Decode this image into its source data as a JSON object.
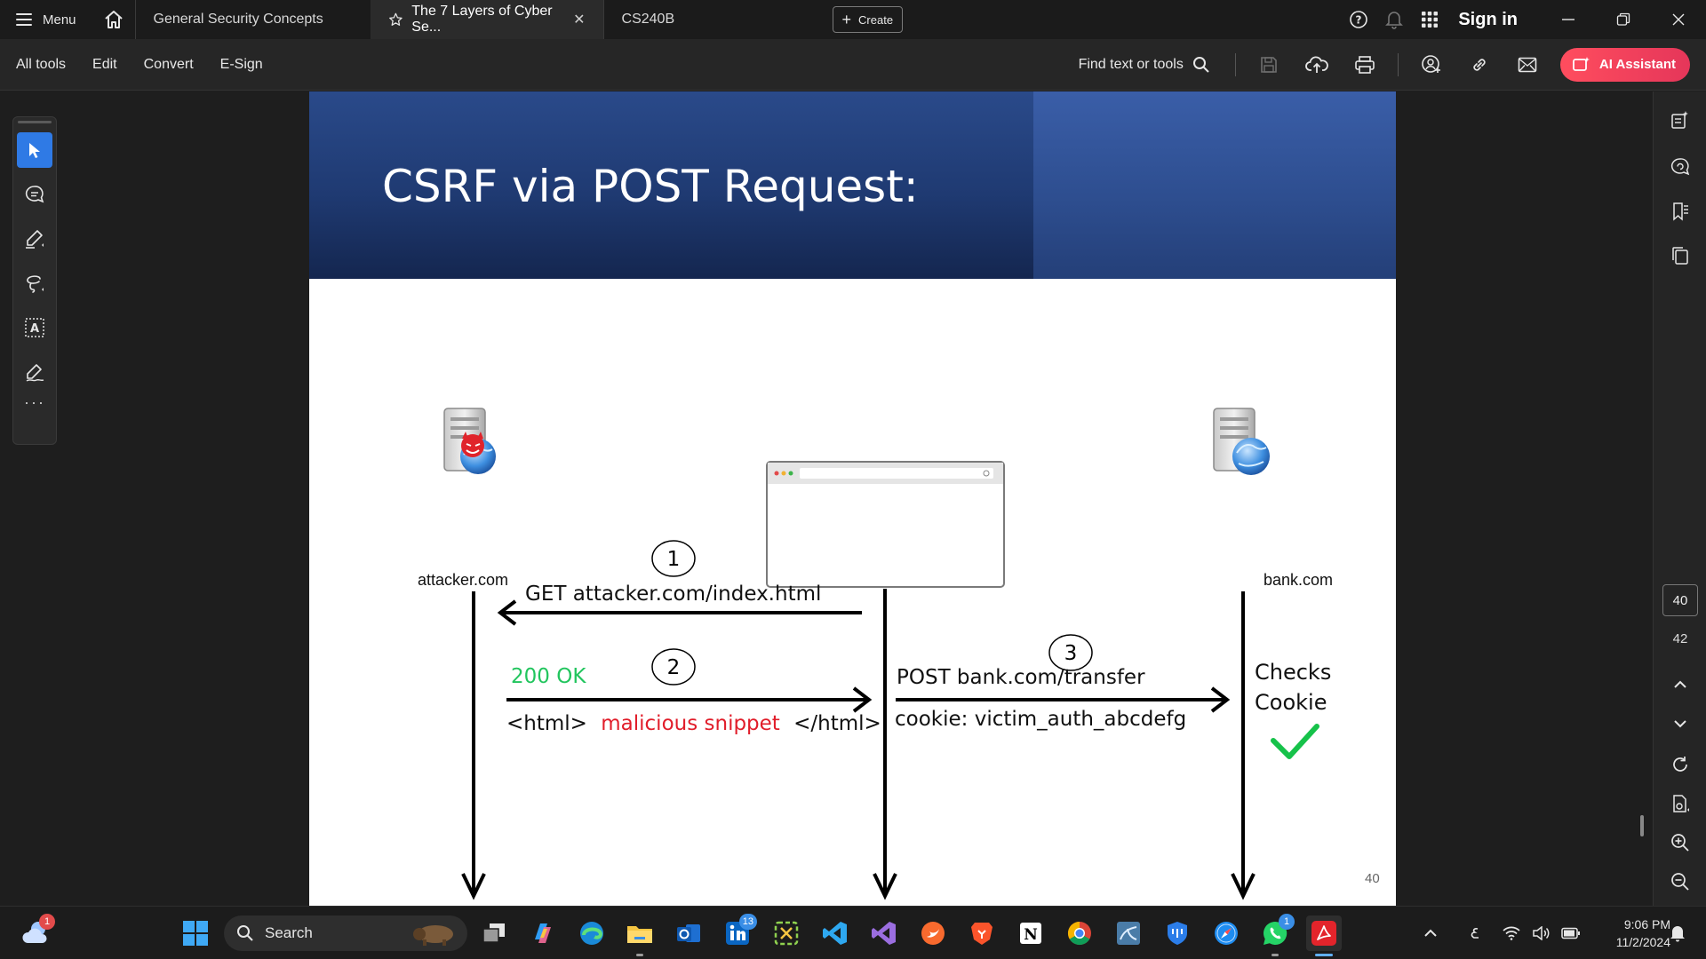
{
  "tabbar": {
    "menu_label": "Menu",
    "tabs": [
      {
        "label": "General Security Concepts"
      },
      {
        "label": "The 7 Layers of Cyber Se...",
        "active": true
      },
      {
        "label": "CS240B"
      }
    ],
    "create_label": "Create",
    "sign_in_label": "Sign in"
  },
  "toolbar": {
    "menus": [
      "All tools",
      "Edit",
      "Convert",
      "E-Sign"
    ],
    "find_label": "Find text or tools",
    "ai_label": "AI Assistant"
  },
  "slide": {
    "title": "CSRF via POST Request:",
    "page_number": "40",
    "attacker_label": "attacker.com",
    "bank_label": "bank.com",
    "step1": "1",
    "step2": "2",
    "step3": "3",
    "get_request": "GET attacker.com/index.html",
    "ok_text": "200 OK",
    "html_open": "<html>",
    "malicious_text": "malicious snippet",
    "html_close": "</html>",
    "post_request": "POST bank.com/transfer",
    "cookie_text": "cookie: victim_auth_abcdefg",
    "checks_line1": "Checks",
    "checks_line2": "Cookie",
    "colors": {
      "ok": "#22c55e",
      "malicious": "#e11d2a",
      "check": "#16c24a"
    }
  },
  "right_rail": {
    "current_page": "40",
    "total_pages": "42"
  },
  "taskbar": {
    "search_label": "Search",
    "weather_badge": "1",
    "linkedin_badge": "13",
    "whatsapp_badge": "1",
    "time": "9:06 PM",
    "date": "11/2/2024"
  }
}
